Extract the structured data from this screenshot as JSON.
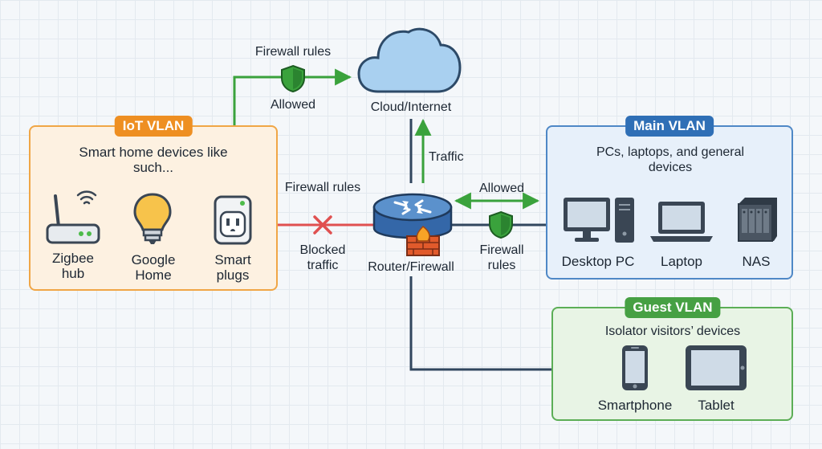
{
  "colors": {
    "iot": "#ee8f22",
    "main": "#2f6fb6",
    "guest": "#46a043",
    "allowed": "#3aa23c",
    "blocked": "#e05050",
    "link": "#31465e"
  },
  "cloud": {
    "label": "Cloud/Internet",
    "icon": "cloud-icon"
  },
  "router": {
    "label": "Router/Firewall",
    "icons": [
      "router-icon",
      "firewall-icon"
    ]
  },
  "iot_vlan": {
    "title": "IoT VLAN",
    "description": "Smart home devices like such...",
    "devices": [
      {
        "label": "Zigbee hub",
        "icon": "zigbee-hub-icon"
      },
      {
        "label": "Google Home",
        "icon": "smart-bulb-icon"
      },
      {
        "label": "Smart plugs",
        "icon": "smart-plug-icon"
      }
    ]
  },
  "main_vlan": {
    "title": "Main VLAN",
    "description": "PCs, laptops, and general devices",
    "devices": [
      {
        "label": "Desktop PC",
        "icon": "desktop-pc-icon"
      },
      {
        "label": "Laptop",
        "icon": "laptop-icon"
      },
      {
        "label": "NAS",
        "icon": "nas-icon"
      }
    ]
  },
  "guest_vlan": {
    "title": "Guest VLAN",
    "description": "Isolator visitors’ devices",
    "devices": [
      {
        "label": "Smartphone",
        "icon": "smartphone-icon"
      },
      {
        "label": "Tablet",
        "icon": "tablet-icon"
      }
    ]
  },
  "links": {
    "iot_to_cloud": {
      "top_label": "Firewall rules",
      "bottom_label": "Allowed",
      "icon": "shield-icon"
    },
    "router_to_cloud": {
      "label": "Traffic"
    },
    "iot_to_router": {
      "top_label": "Firewall rules",
      "bottom_label": "Blocked traffic",
      "icon": "blocked-x-icon"
    },
    "router_to_main": {
      "top_label": "Allowed",
      "bottom_label": "Firewall rules",
      "icon": "shield-icon"
    }
  }
}
